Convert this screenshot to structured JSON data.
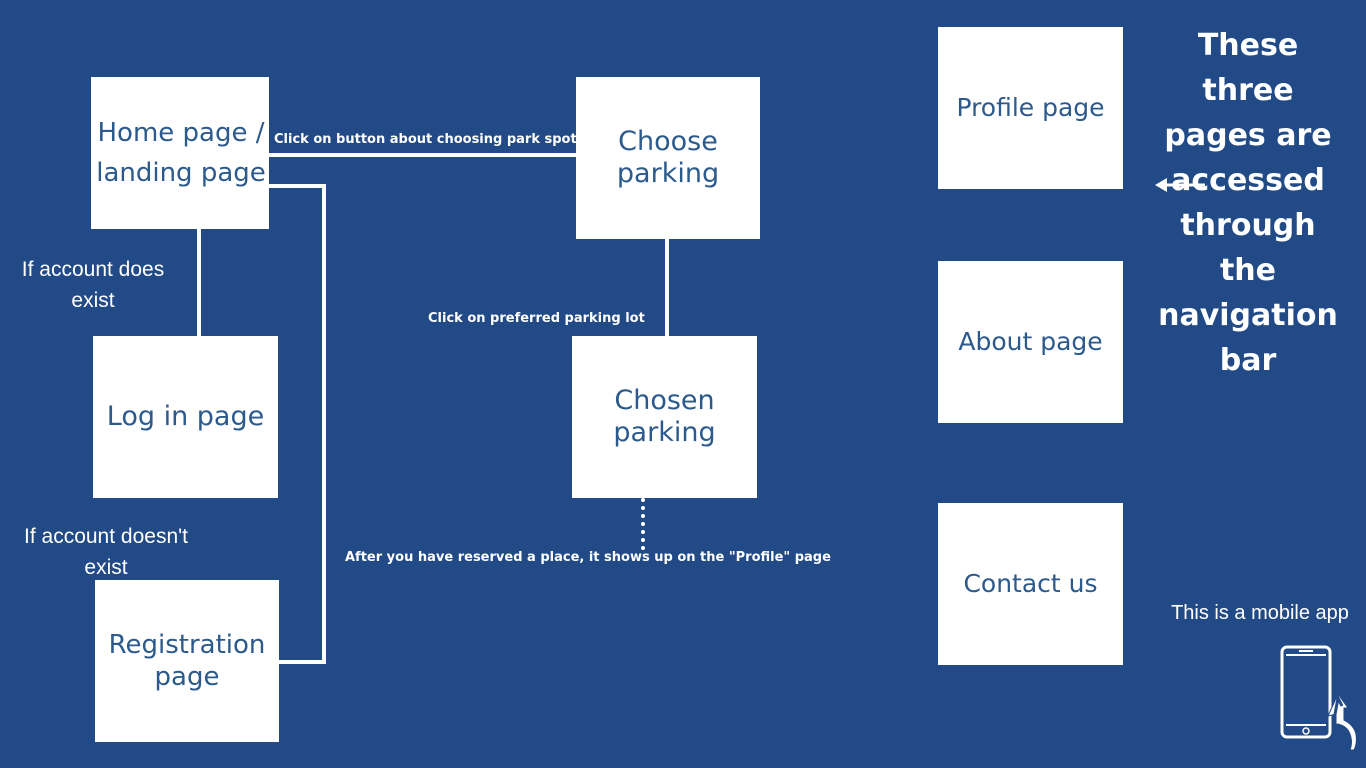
{
  "boxes": {
    "home": "Home page / landing page",
    "login": "Log in page",
    "registration": "Registration page",
    "choose_parking": "Choose parking",
    "chosen_parking": "Chosen parking",
    "profile": "Profile page",
    "about": "About page",
    "contact": "Contact us"
  },
  "labels": {
    "account_exists": "If account does exist",
    "account_not_exists": "If account doesn't exist",
    "click_park_spot": "Click on button about choosing park spot",
    "click_preferred_lot": "Click on preferred parking lot",
    "reserved_note": "After you have reserved a place, it shows up on the \"Profile\" page",
    "nav_bar_note": "These three pages are accessed through the navigation bar",
    "mobile_app_note": "This is a mobile app"
  },
  "icons": {
    "arrow": "left-arrow-icon",
    "phone": "smartphone-icon",
    "hand": "tap-hand-icon"
  },
  "colors": {
    "background": "#214a87",
    "box": "#ffffff",
    "box_text": "#2c5a8c",
    "lines": "#ffffff"
  }
}
